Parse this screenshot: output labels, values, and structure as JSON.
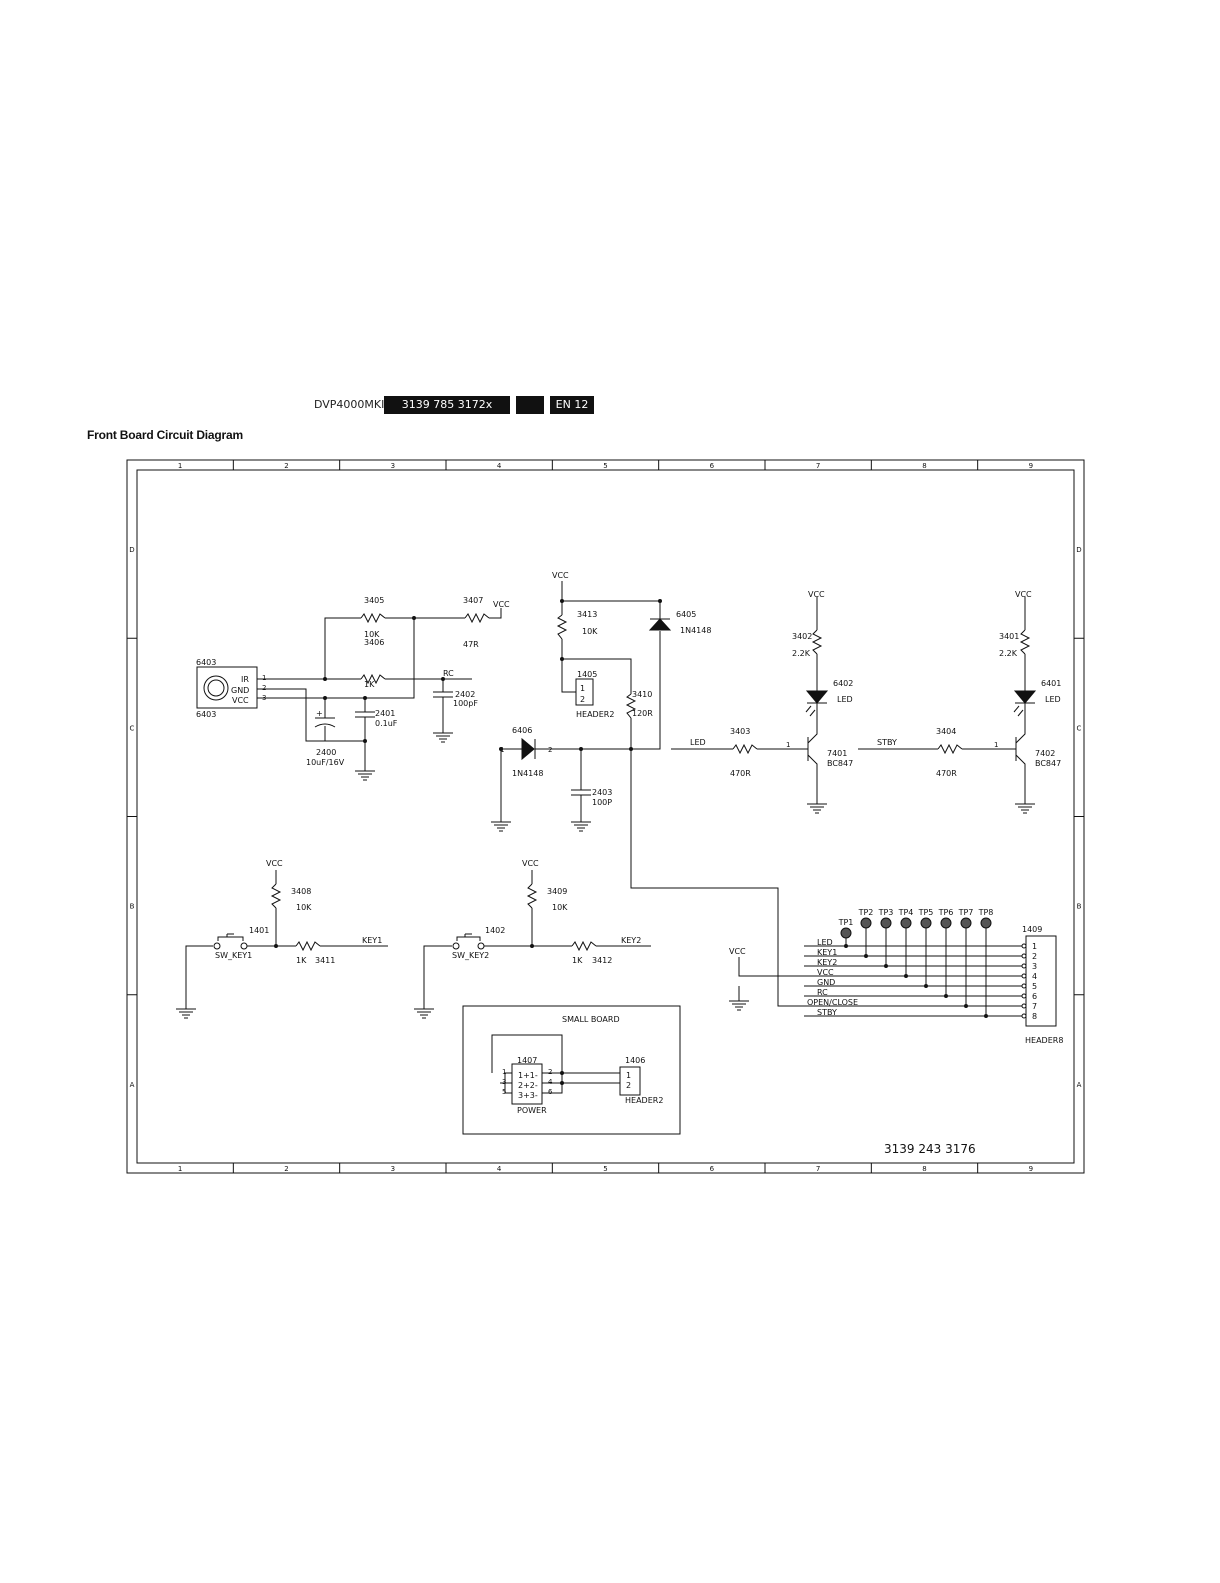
{
  "header": {
    "model": "DVP4000MKI",
    "part_number": "3139 785 3172x",
    "page": "EN 12",
    "title": "Front Board Circuit Diagram"
  },
  "frame": {
    "columns": [
      "1",
      "2",
      "3",
      "4",
      "5",
      "6",
      "7",
      "8",
      "9"
    ],
    "rows": [
      "D",
      "C",
      "B",
      "A"
    ],
    "board_number": "3139 243 3176"
  },
  "net_labels": {
    "vcc": "VCC",
    "rc": "RC",
    "led": "LED",
    "stby": "STBY",
    "key1": "KEY1",
    "key2": "KEY2"
  },
  "components": {
    "r3405": {
      "ref": "3405",
      "value": "10K"
    },
    "r3407": {
      "ref": "3407",
      "value": "47R"
    },
    "r3406": {
      "ref": "3406",
      "value": "1K"
    },
    "r3413": {
      "ref": "3413",
      "value": "10K"
    },
    "r3410": {
      "ref": "3410",
      "value": "120R"
    },
    "r3402": {
      "ref": "3402",
      "value": "2.2K"
    },
    "r3401": {
      "ref": "3401",
      "value": "2.2K"
    },
    "r3403": {
      "ref": "3403",
      "value": "470R"
    },
    "r3404": {
      "ref": "3404",
      "value": "470R"
    },
    "r3408": {
      "ref": "3408",
      "value": "10K"
    },
    "r3409": {
      "ref": "3409",
      "value": "10K"
    },
    "r3411": {
      "ref": "3411",
      "value": "1K"
    },
    "r3412": {
      "ref": "3412",
      "value": "1K"
    },
    "c2402": {
      "ref": "2402",
      "value": "100pF"
    },
    "c2401": {
      "ref": "2401",
      "value": "0.1uF"
    },
    "c2400": {
      "ref": "2400",
      "value": "10uF/16V",
      "polarity": "+"
    },
    "c2403": {
      "ref": "2403",
      "value": "100P"
    },
    "d6405": {
      "ref": "6405",
      "value": "1N4148"
    },
    "d6406": {
      "ref": "6406",
      "value": "1N4148"
    },
    "led6402": {
      "ref": "6402",
      "value": "LED"
    },
    "led6401": {
      "ref": "6401",
      "value": "LED"
    },
    "q7401": {
      "ref": "7401",
      "value": "BC847"
    },
    "q7402": {
      "ref": "7402",
      "value": "BC847"
    },
    "ir6403": {
      "ref": "6403",
      "pins": [
        "IR",
        "GND",
        "VCC"
      ]
    },
    "j1405": {
      "ref": "1405",
      "value": "HEADER2"
    },
    "sw1401": {
      "ref": "1401",
      "value": "SW_KEY1"
    },
    "sw1402": {
      "ref": "1402",
      "value": "SW_KEY2"
    },
    "j1409": {
      "ref": "1409",
      "value": "HEADER8",
      "signals": [
        "LED",
        "KEY1",
        "KEY2",
        "VCC",
        "GND",
        "RC",
        "OPEN/CLOSE",
        "STBY"
      ],
      "test_points": [
        "TP1",
        "TP2",
        "TP3",
        "TP4",
        "TP5",
        "TP6",
        "TP7",
        "TP8"
      ]
    },
    "small_board": {
      "label": "SMALL BOARD",
      "u1407": {
        "ref": "1407",
        "value": "POWER",
        "pins": [
          "1+1-",
          "2+2-",
          "3+3-"
        ]
      },
      "j1406": {
        "ref": "1406",
        "value": "HEADER2"
      }
    }
  }
}
